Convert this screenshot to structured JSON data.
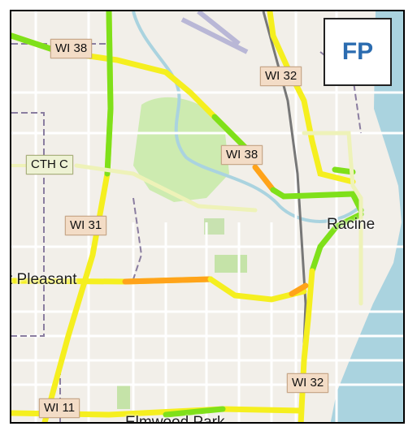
{
  "badge": {
    "text": "FP",
    "color": "#2b6cb0"
  },
  "shields": {
    "wi38_top": "WI 38",
    "wi32_top": "WI 32",
    "wi38_mid": "WI 38",
    "cthc": "CTH C",
    "wi31": "WI 31",
    "wi32_bottom": "WI 32",
    "wi11": "WI 11"
  },
  "places": {
    "racine": "Racine",
    "mt_pleasant": "t Pleasant",
    "elmwood": "Elmwood Park"
  },
  "legend_colors": {
    "free_flow": "#7fe01a",
    "moderate": "#f5ef1f",
    "slow": "#ffa31a",
    "water": "#aad3df",
    "park": "#cdebb0"
  }
}
